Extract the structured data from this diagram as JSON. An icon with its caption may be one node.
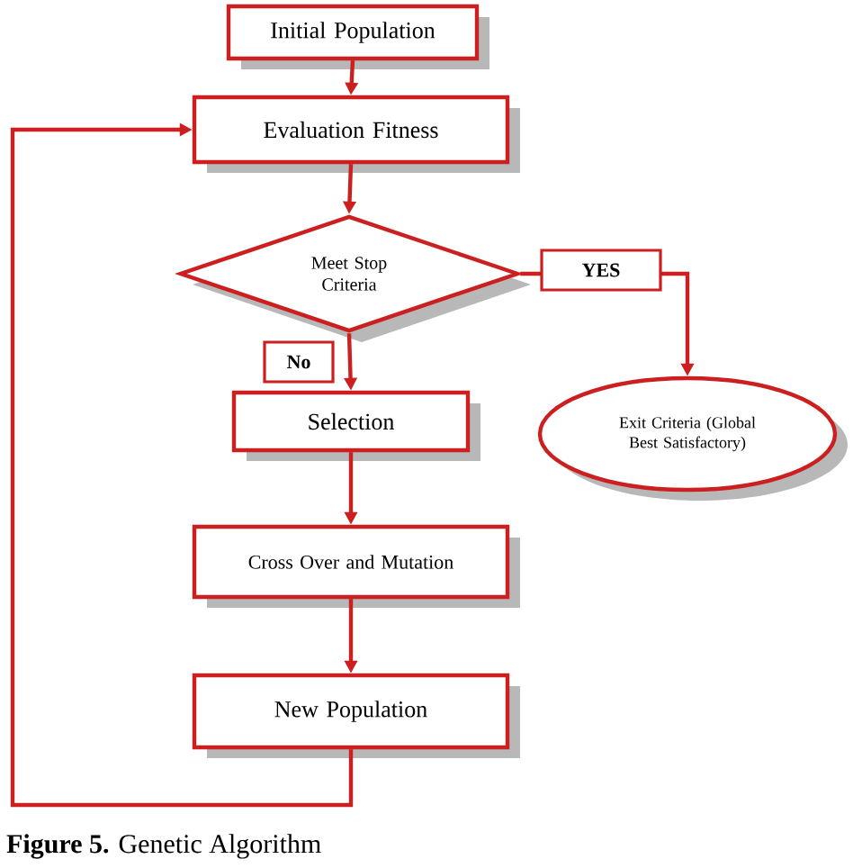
{
  "diagram": {
    "caption": "**Figure 5.** Genetic Algorithm",
    "nodes": [
      {
        "text": [
          "Initial Population"
        ]
      },
      {
        "text": [
          "Evaluation Fitness"
        ]
      },
      {
        "text": [
          "Meet Stop Criteria"
        ]
      },
      {
        "text": [
          "Selection"
        ]
      },
      {
        "text": [
          "Cross Over and Mutation"
        ]
      },
      {
        "text": [
          "New Population"
        ]
      },
      {
        "text": [
          "Exit Criteria (Global Best Satisfactory)"
        ]
      }
    ],
    "edges": [
      {
        "from": 0,
        "to": 1,
        "arrow": "to"
      },
      {
        "from": 1,
        "to": 2,
        "arrow": "to"
      },
      {
        "from": 2,
        "to": 6,
        "arrow": "to",
        "label": "YES"
      },
      {
        "from": 2,
        "to": 3,
        "arrow": "to",
        "label": "No"
      },
      {
        "from": 3,
        "to": 4,
        "arrow": "to"
      },
      {
        "from": 4,
        "to": 5,
        "arrow": "to"
      },
      {
        "from": 5,
        "to": 1,
        "arrow": "to"
      }
    ]
  }
}
